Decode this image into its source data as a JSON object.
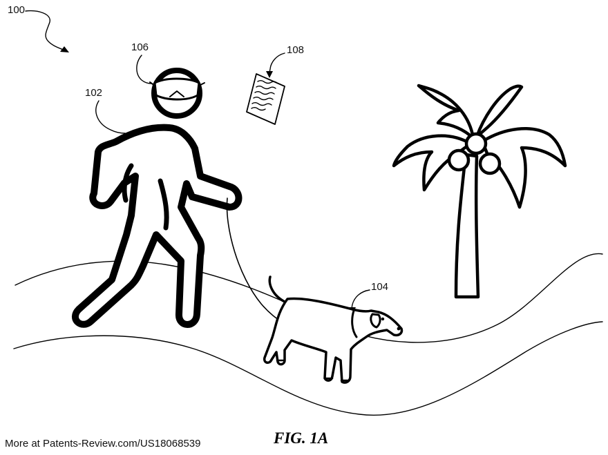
{
  "figure": {
    "caption": "FIG. 1A",
    "labels": {
      "system": "100",
      "person": "102",
      "dog": "104",
      "headset": "106",
      "document": "108"
    }
  },
  "footer": {
    "text": "More at Patents-Review.com/US18068539"
  }
}
